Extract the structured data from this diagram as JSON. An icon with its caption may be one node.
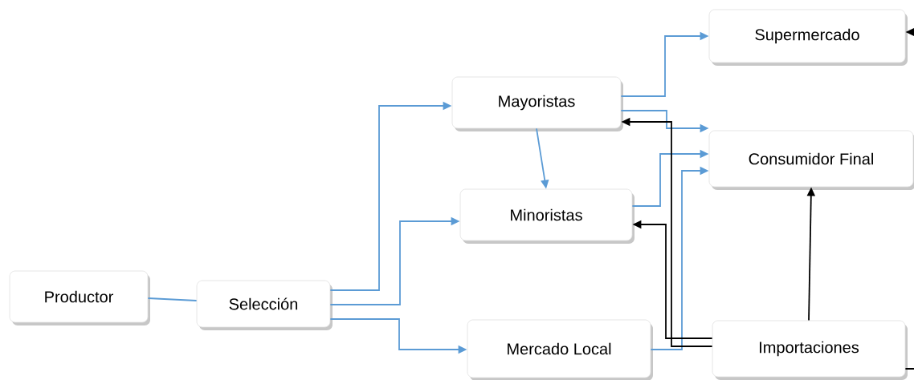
{
  "diagram": {
    "nodes": [
      {
        "text": [
          "Productor"
        ]
      },
      {
        "text": [
          "Selección"
        ]
      },
      {
        "text": [
          "Mayoristas"
        ]
      },
      {
        "text": [
          "Minoristas"
        ]
      },
      {
        "text": [
          "Mercado Local"
        ]
      },
      {
        "text": [
          "Supermercado"
        ]
      },
      {
        "text": [
          "Consumidor Final"
        ]
      },
      {
        "text": [
          "Importaciones"
        ]
      }
    ],
    "edges": [
      {
        "from": 0,
        "to": 1,
        "arrow": "none"
      },
      {
        "from": 1,
        "to": 2,
        "arrow": "to"
      },
      {
        "from": 1,
        "to": 3,
        "arrow": "to"
      },
      {
        "from": 1,
        "to": 4,
        "arrow": "to"
      },
      {
        "from": 2,
        "to": 3,
        "arrow": "to"
      },
      {
        "from": 2,
        "to": 5,
        "arrow": "to"
      },
      {
        "from": 2,
        "to": 6,
        "arrow": "to"
      },
      {
        "from": 3,
        "to": 6,
        "arrow": "to"
      },
      {
        "from": 4,
        "to": 6,
        "arrow": "to"
      },
      {
        "from": 7,
        "to": 2,
        "arrow": "to",
        "color": "#000000"
      },
      {
        "from": 7,
        "to": 3,
        "arrow": "to",
        "color": "#000000"
      },
      {
        "from": 7,
        "to": 6,
        "arrow": "to",
        "color": "#000000"
      },
      {
        "from": null,
        "to": 5,
        "arrow": "to",
        "color": "#000000"
      },
      {
        "from": 7,
        "to": null,
        "arrow": "none",
        "color": "#000000"
      }
    ]
  }
}
